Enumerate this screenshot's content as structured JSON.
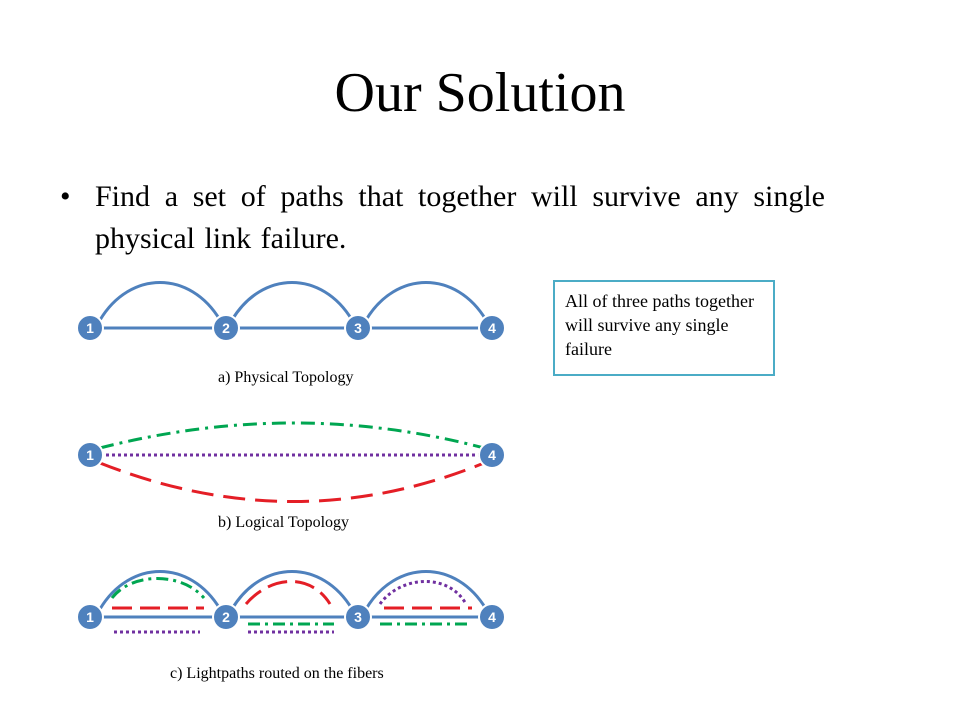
{
  "slide": {
    "title": "Our Solution",
    "bullet": "Find a set of paths that together will survive any single physical link failure.",
    "callout": "All of three paths together will survive any single failure"
  },
  "diagrams": {
    "physical": {
      "caption": "a) Physical Topology",
      "nodes": [
        "1",
        "2",
        "3",
        "4"
      ]
    },
    "logical": {
      "caption": "b) Logical Topology",
      "nodes": [
        "1",
        "4"
      ]
    },
    "lightpaths": {
      "caption": "c) Lightpaths routed on the fibers",
      "nodes": [
        "1",
        "2",
        "3",
        "4"
      ]
    }
  },
  "colors": {
    "node_fill": "#4f81bd",
    "node_stroke": "#ffffff",
    "link": "#4f81bd",
    "path_green": "#00a651",
    "path_purple": "#7030a0",
    "path_red": "#e41e26",
    "callout_border": "#4bacc6"
  }
}
